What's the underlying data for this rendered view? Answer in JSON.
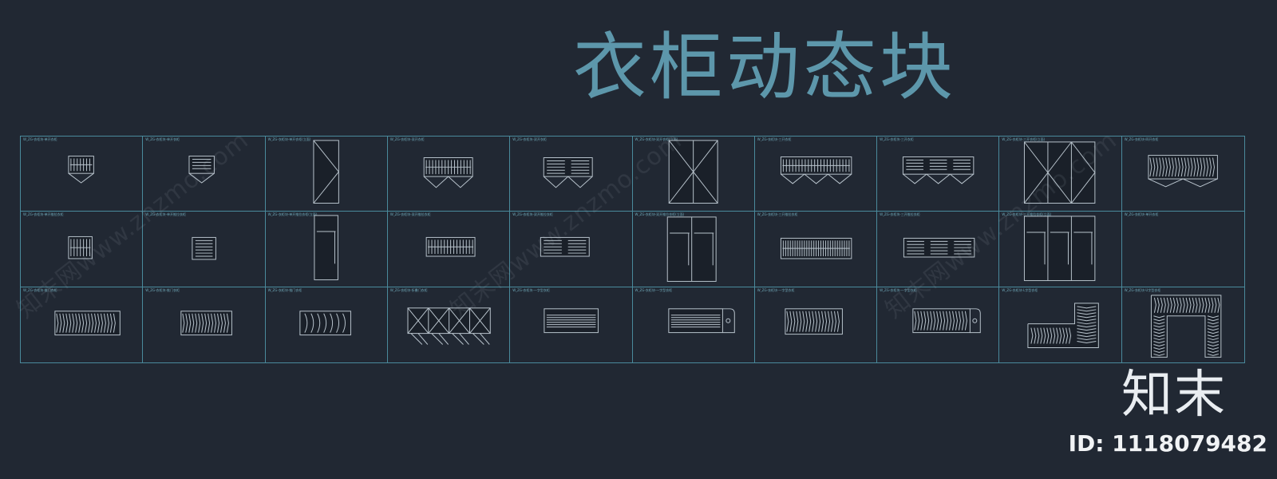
{
  "title": "衣柜动态块",
  "watermark_text": "知末网www.znzmo.com",
  "logo_text": "知末",
  "id_text": "ID: 1118079482",
  "colors": {
    "background": "#212833",
    "title": "#5d97ab",
    "grid_line": "#4a8a9c",
    "symbol_line": "#b8c3cc"
  },
  "cells": [
    {
      "label": "W_ZG-衣柜块-单开衣柜",
      "symbol": "single-door-hangers-icon"
    },
    {
      "label": "W_ZG-衣柜块-单开衣柜",
      "symbol": "single-door-shelves-icon"
    },
    {
      "label": "W_ZG-衣柜块-单开衣柜(立面)",
      "symbol": "single-door-elevation-icon"
    },
    {
      "label": "W_ZG-衣柜块-双开衣柜",
      "symbol": "double-door-hangers-icon"
    },
    {
      "label": "W_ZG-衣柜块-双开衣柜",
      "symbol": "double-door-shelves-icon"
    },
    {
      "label": "W_ZG-衣柜块-双开衣柜(立面)",
      "symbol": "double-door-elevation-icon"
    },
    {
      "label": "W_ZG-衣柜块-三开衣柜",
      "symbol": "triple-door-hangers-icon"
    },
    {
      "label": "W_ZG-衣柜块-三开衣柜",
      "symbol": "triple-door-shelves-icon"
    },
    {
      "label": "W_ZG-衣柜块-三开衣柜(立面)",
      "symbol": "triple-door-elevation-icon"
    },
    {
      "label": "W_ZG-衣柜块-四开衣柜",
      "symbol": "quad-door-hangers-icon"
    },
    {
      "label": "W_ZG-衣柜块-单开推拉衣柜",
      "symbol": "single-sliding-hangers-icon"
    },
    {
      "label": "W_ZG-衣柜块-单开推拉衣柜",
      "symbol": "single-sliding-shelves-icon"
    },
    {
      "label": "W_ZG-衣柜块-单开推拉衣柜(立面)",
      "symbol": "single-sliding-elevation-icon"
    },
    {
      "label": "W_ZG-衣柜块-双开推拉衣柜",
      "symbol": "double-sliding-hangers-icon"
    },
    {
      "label": "W_ZG-衣柜块-双开推拉衣柜",
      "symbol": "double-sliding-shelves-icon"
    },
    {
      "label": "W_ZG-衣柜块-双开推拉衣柜(立面)",
      "symbol": "double-sliding-elevation-icon"
    },
    {
      "label": "W_ZG-衣柜块-三开推拉衣柜",
      "symbol": "triple-sliding-hangers-icon"
    },
    {
      "label": "W_ZG-衣柜块-三开推拉衣柜",
      "symbol": "triple-sliding-shelves-icon"
    },
    {
      "label": "W_ZG-衣柜块-三开推拉衣柜(立面)",
      "symbol": "triple-sliding-elevation-icon"
    },
    {
      "label": "W_ZG-衣柜块-单开衣柜",
      "symbol": "empty-cell"
    },
    {
      "label": "W_ZG-衣柜块-推门衣柜",
      "symbol": "wide-sliding-hangers-icon"
    },
    {
      "label": "W_ZG-衣柜块-推门衣柜",
      "symbol": "medium-sliding-hangers-icon"
    },
    {
      "label": "W_ZG-衣柜块-推门衣柜",
      "symbol": "arc-hangers-icon"
    },
    {
      "label": "W_ZG-衣柜块-折叠门衣柜",
      "symbol": "folding-door-icon"
    },
    {
      "label": "W_ZG-衣柜块-一字型衣柜",
      "symbol": "straight-walkin-icon"
    },
    {
      "label": "W_ZG-衣柜块-一字型衣柜",
      "symbol": "straight-walkin-end-icon"
    },
    {
      "label": "W_ZG-衣柜块-一字型衣柜",
      "symbol": "straight-hangers-icon"
    },
    {
      "label": "W_ZG-衣柜块-一字型衣柜",
      "symbol": "straight-hangers-end-icon"
    },
    {
      "label": "W_ZG-衣柜块-L字型衣柜",
      "symbol": "l-shaped-wardrobe-icon"
    },
    {
      "label": "W_ZG-衣柜块-U字型衣柜",
      "symbol": "u-shaped-wardrobe-icon"
    }
  ]
}
